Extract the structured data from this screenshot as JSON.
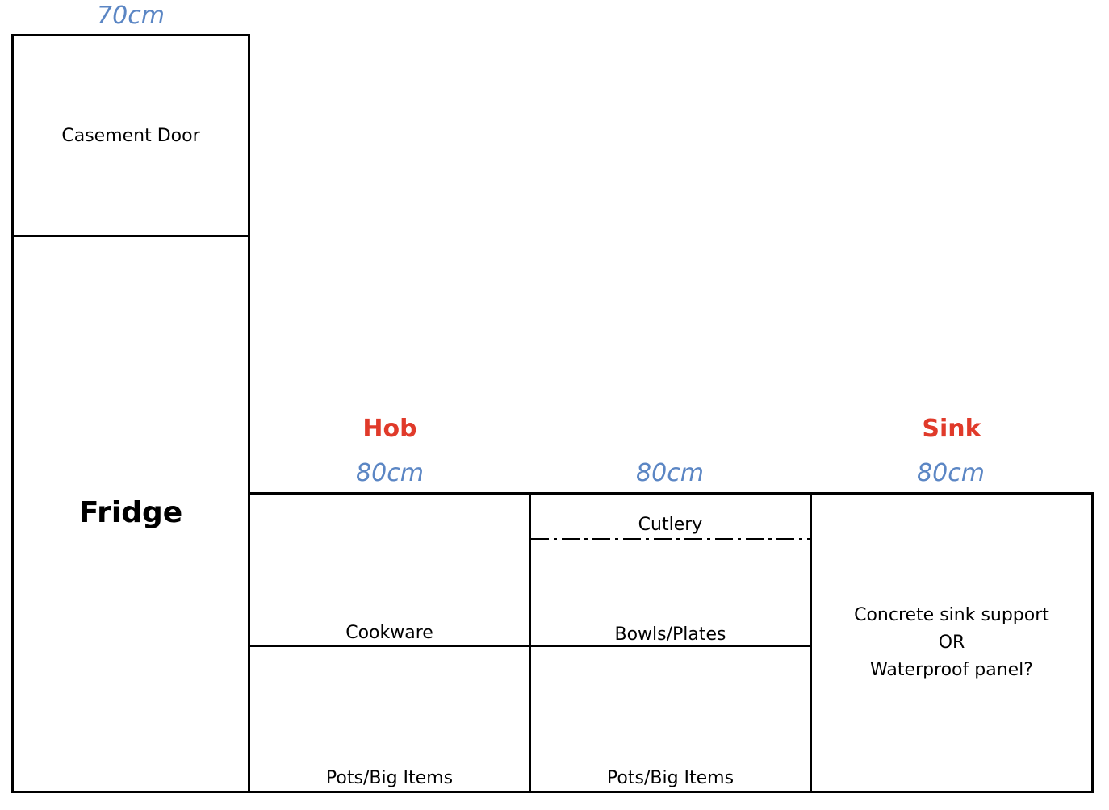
{
  "fridge_column": {
    "width_label": "70cm",
    "top_unit_label": "Casement Door",
    "bottom_unit_label": "Fridge"
  },
  "hob_cabinet": {
    "appliance_label": "Hob",
    "width_label": "80cm",
    "upper_drawer_label": "Cookware",
    "lower_drawer_label": "Pots/Big Items"
  },
  "middle_cabinet": {
    "width_label": "80cm",
    "top_drawer_label": "Cutlery",
    "middle_drawer_label": "Bowls/Plates",
    "lower_drawer_label": "Pots/Big Items"
  },
  "sink_cabinet": {
    "appliance_label": "Sink",
    "width_label": "80cm",
    "content_lines": [
      "Concrete sink support",
      "OR",
      "Waterproof panel?"
    ]
  },
  "colors": {
    "dimension": "#5b86c4",
    "appliance": "#e03a2a",
    "outline": "#000000"
  }
}
